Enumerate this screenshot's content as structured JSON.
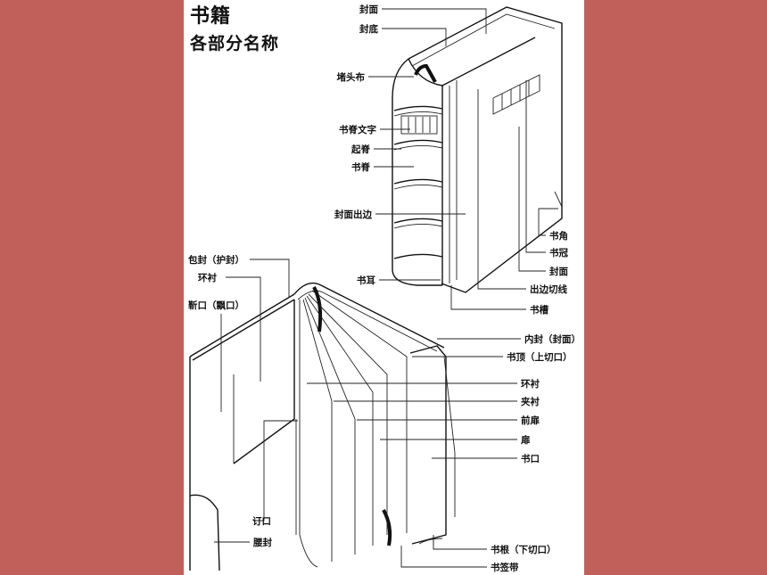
{
  "title": "书籍",
  "subtitle": "各部分名称",
  "colors": {
    "background": "#c1605a",
    "panel": "#ffffff",
    "ink": "#111111"
  },
  "labels": {
    "cover_top": "封面",
    "back_cover": "封底",
    "headband": "堵头布",
    "spine_text": "书脊文字",
    "raised_band": "起脊",
    "spine": "书脊",
    "cover_overhang": "封面出边",
    "book_corner": "书角",
    "book_crown": "书冠",
    "cover_right": "封面",
    "joint": "书耳",
    "overhang_line": "出边切线",
    "groove": "书槽",
    "dust_jacket": "包封（护封）",
    "endpaper_top": "环衬",
    "fore_edge_flap": "靳口（飘口）",
    "inner_cover": "内封（封面）",
    "head_edge": "书顶（上切口）",
    "endpaper": "环衬",
    "inserted_leaf": "夹衬",
    "front_flyleaf": "前扉",
    "flyleaf": "扉",
    "fore_edge": "书口",
    "gutter": "订口",
    "belly_band": "腰封",
    "tail_edge": "书根（下切口）",
    "bookmark_ribbon": "书签带"
  }
}
